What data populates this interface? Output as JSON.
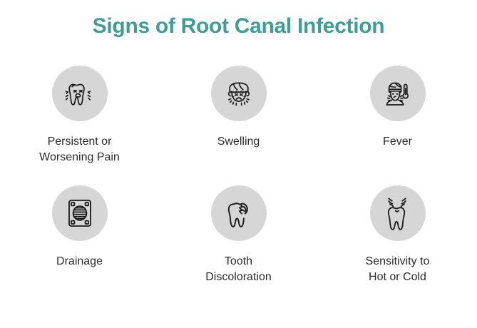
{
  "header": {
    "title": "Signs of Root Canal Infection",
    "title_color": "#3e9e96"
  },
  "theme": {
    "background": "#ffffff",
    "icon_circle_background": "#d6d6d6",
    "icon_stroke": "#1a1a1a",
    "label_color": "#2b2b2b"
  },
  "signs": [
    {
      "label": "Persistent or\nWorsening Pain",
      "icon": "tooth-in-pain-icon"
    },
    {
      "label": "Swelling",
      "icon": "swollen-face-icon"
    },
    {
      "label": "Fever",
      "icon": "fever-thermometer-icon"
    },
    {
      "label": "Drainage",
      "icon": "drain-grate-icon"
    },
    {
      "label": "Tooth\nDiscoloration",
      "icon": "cracked-tooth-icon"
    },
    {
      "label": "Sensitivity to\nHot or Cold",
      "icon": "sensitive-tooth-icon"
    }
  ]
}
